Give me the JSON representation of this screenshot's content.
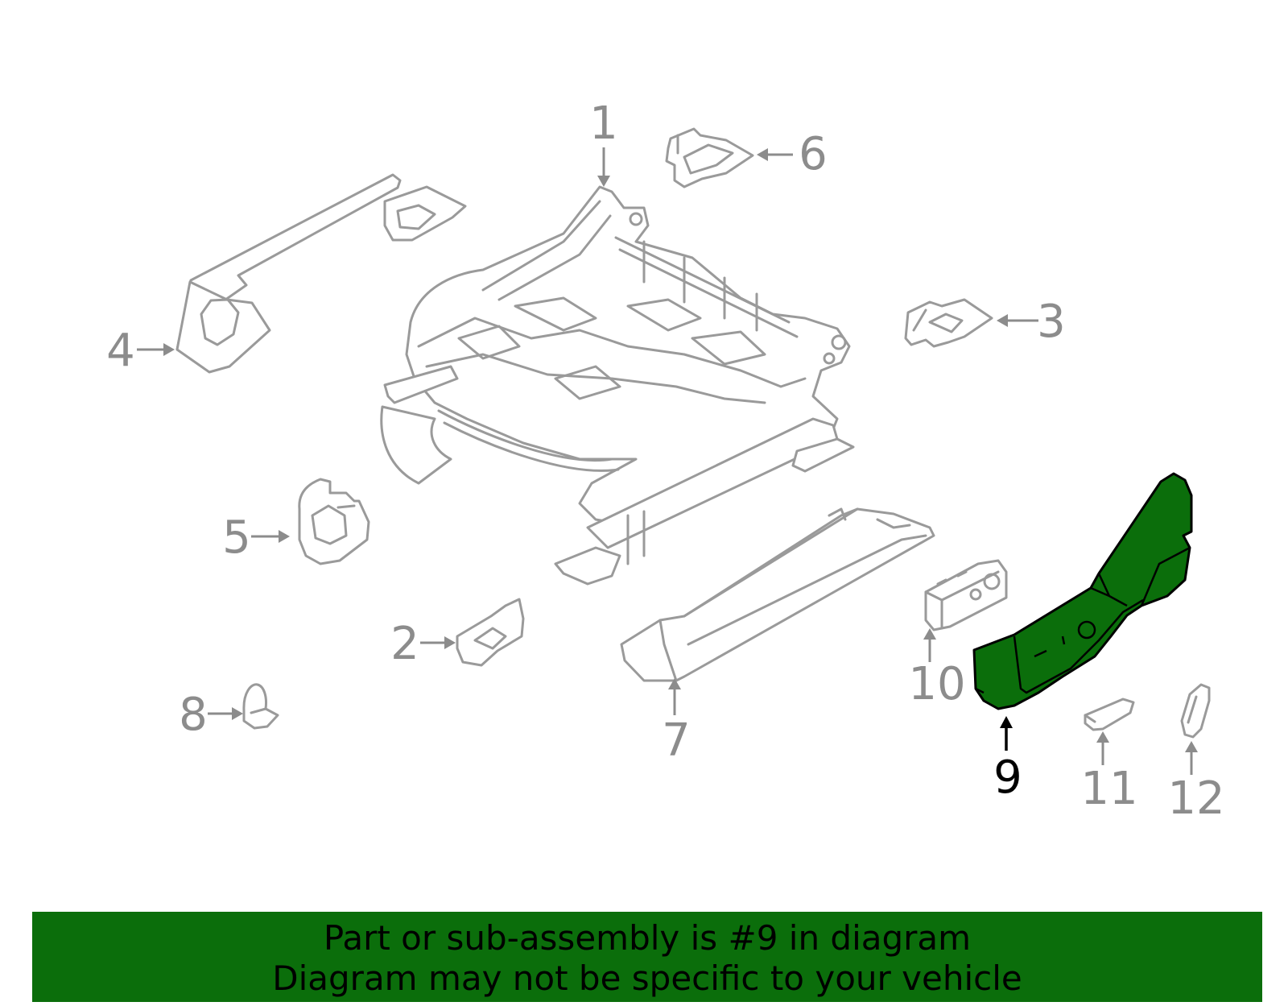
{
  "callouts": {
    "c1": "1",
    "c2": "2",
    "c3": "3",
    "c4": "4",
    "c5": "5",
    "c6": "6",
    "c7": "7",
    "c8": "8",
    "c9": "9",
    "c10": "10",
    "c11": "11",
    "c12": "12"
  },
  "highlighted_part": "9",
  "colors": {
    "highlight": "#0b6e0b",
    "line_art": "#9a9a9a",
    "banner": "#0b6e0b"
  },
  "banner": {
    "line1": "Part or sub-assembly is #9 in diagram",
    "line2": "Diagram may not be specific to your vehicle"
  }
}
